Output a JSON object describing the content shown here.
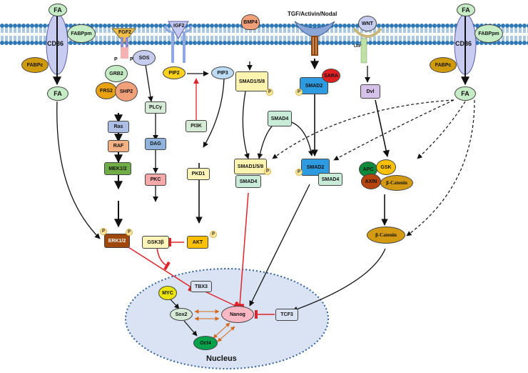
{
  "labels": {
    "fa": "FA",
    "cd36": "CD36",
    "fabppm": "FABPpm",
    "fabpc": "FABPc",
    "fgf2": "FGF2",
    "p": "P",
    "grb2": "GRB2",
    "sos": "SOS",
    "frs2": "FRS2",
    "shp2": "SHP2",
    "ras": "Ras",
    "raf": "RAF",
    "mek": "MEK1/2",
    "erk": "ERK1/2",
    "plc": "PLCγ",
    "dag": "DAG",
    "pkc": "PKC",
    "gsk3b": "GSK3β",
    "igf2": "IGF2",
    "pip2": "PIP2",
    "pip3": "PIP3",
    "pi3k": "PI3K",
    "pkd1": "PKD1",
    "akt": "AKT",
    "bmp4": "BMP4",
    "smad158": "SMAD1/5/8",
    "smad4": "SMAD4",
    "tgf": "TGF/Activin/Nodal",
    "sara": "SARA",
    "smad2": "SMAD2",
    "wnt": "WNT",
    "lrp": "LRP",
    "dvl": "Dvl",
    "apc": "APC",
    "gsk": "GSK",
    "axin": "AXIN",
    "bcat": "β-Catenin",
    "myc": "MYC",
    "tbx3": "TBX3",
    "sox2": "Sox2",
    "nanog": "Nanog",
    "oct4": "Oct4",
    "tcf3": "TCF3",
    "nucleus": "Nucleus"
  },
  "colors": {
    "membrane": "#2f78b6",
    "receptor_cd36": "#c8ccf0",
    "fa_green": "#c6ecc6",
    "fabp_gold": "#cf9a0b",
    "frs2_orange": "#e9a20f",
    "shp2_salmon": "#f2a07a",
    "ras_blue": "#aebfe6",
    "raf_salmon": "#f4b183",
    "mek_green": "#70ad47",
    "erk_brown": "#a0480c",
    "plc_mint": "#d5ebd6",
    "dag_blue": "#8fb3dc",
    "pkc_pink": "#f6a9a9",
    "gsk3b_yellow": "#fff5b8",
    "akt_yellow": "#ffc000",
    "pip_yellow": "#ffd21f",
    "pip3_blue": "#bcdcf5",
    "smad_yellow": "#fff3b0",
    "smad4_mint": "#c9ecd8",
    "smad2_blue": "#2e9be0",
    "sara_red": "#e02020",
    "dvl_lavender": "#d6c1e8",
    "apc_green": "#0e8a3b",
    "axin_brown": "#b5440f",
    "bcat_gold": "#d49a12",
    "myc_yellow": "#e8e40c",
    "nucleus_fill": "#dae3f3",
    "nanog_pink": "#f9b8c4",
    "oct4_green": "#00a14b",
    "inhibit_red": "#e0242a",
    "activate_black": "#111111",
    "feedback_orange": "#d2691e"
  }
}
